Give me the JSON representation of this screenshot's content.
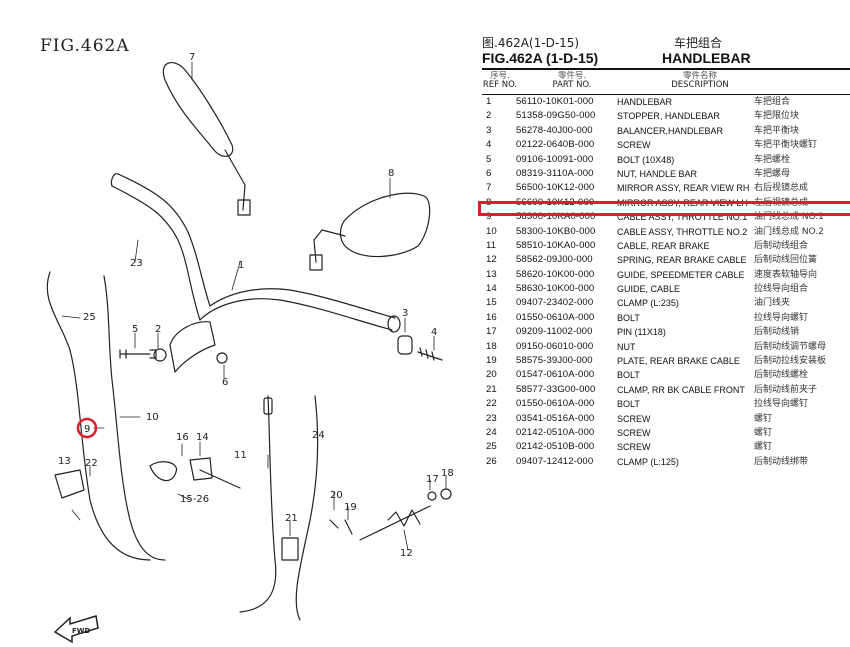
{
  "figure": {
    "label": "FIG.462A",
    "title_zh": "图.462A(1-D-15)",
    "title": "FIG.462A (1-D-15)",
    "group_zh": "车把组合",
    "group": "HANDLEBAR"
  },
  "table_header": {
    "ref_zh": "序号.",
    "ref": "REF NO.",
    "part_zh": "零件号.",
    "part": "PART NO.",
    "desc_zh": "零件名称",
    "desc": "DESCRIPTION"
  },
  "parts": [
    {
      "ref": "1",
      "part_no": "56110-10K01-000",
      "desc": "HANDLEBAR",
      "name_zh": "车把组合"
    },
    {
      "ref": "2",
      "part_no": "51358-09G50-000",
      "desc": "STOPPER, HANDLEBAR",
      "name_zh": "车把限位块"
    },
    {
      "ref": "3",
      "part_no": "56278-40J00-000",
      "desc": "BALANCER,HANDLEBAR",
      "name_zh": "车把平衡块"
    },
    {
      "ref": "4",
      "part_no": "02122-0640B-000",
      "desc": "SCREW",
      "name_zh": "车把平衡块螺钉"
    },
    {
      "ref": "5",
      "part_no": "09106-10091-000",
      "desc": "BOLT (10X48)",
      "name_zh": "车把螺栓"
    },
    {
      "ref": "6",
      "part_no": "08319-3110A-000",
      "desc": "NUT, HANDLE BAR",
      "name_zh": "车把螺母"
    },
    {
      "ref": "7",
      "part_no": "56500-10K12-000",
      "desc": "MIRROR ASSY, REAR VIEW RH",
      "name_zh": "右后视镜总成"
    },
    {
      "ref": "8",
      "part_no": "56600-10K12-000",
      "desc": "MIRROR ASSY, REAR VIEW LH",
      "name_zh": "左后视镜总成"
    },
    {
      "ref": "9",
      "part_no": "58300-10KA0-000",
      "desc": "CABLE ASSY, THROTTLE NO.1",
      "name_zh": "油门线总成 NO.1"
    },
    {
      "ref": "10",
      "part_no": "58300-10KB0-000",
      "desc": "CABLE ASSY, THROTTLE NO.2",
      "name_zh": "油门线总成 NO.2"
    },
    {
      "ref": "11",
      "part_no": "58510-10KA0-000",
      "desc": "CABLE, REAR BRAKE",
      "name_zh": "后制动线组合"
    },
    {
      "ref": "12",
      "part_no": "58562-09J00-000",
      "desc": "SPRING, REAR BRAKE CABLE",
      "name_zh": "后制动线回位簧"
    },
    {
      "ref": "13",
      "part_no": "58620-10K00-000",
      "desc": "GUIDE, SPEEDMETER CABLE",
      "name_zh": "速度表软轴导向"
    },
    {
      "ref": "14",
      "part_no": "58630-10K00-000",
      "desc": "GUIDE, CABLE",
      "name_zh": "拉线导向组合"
    },
    {
      "ref": "15",
      "part_no": "09407-23402-000",
      "desc": "CLAMP (L:235)",
      "name_zh": "油门线夹"
    },
    {
      "ref": "16",
      "part_no": "01550-0610A-000",
      "desc": "BOLT",
      "name_zh": "拉线导向螺钉"
    },
    {
      "ref": "17",
      "part_no": "09209-11002-000",
      "desc": "PIN (11X18)",
      "name_zh": "后制动线销"
    },
    {
      "ref": "18",
      "part_no": "09150-06010-000",
      "desc": "NUT",
      "name_zh": "后制动线调节螺母"
    },
    {
      "ref": "19",
      "part_no": "58575-39J00-000",
      "desc": "PLATE, REAR BRAKE CABLE",
      "name_zh": "后制动拉线安装板"
    },
    {
      "ref": "20",
      "part_no": "01547-0610A-000",
      "desc": "BOLT",
      "name_zh": "后制动线螺栓"
    },
    {
      "ref": "21",
      "part_no": "58577-33G00-000",
      "desc": "CLAMP, RR BK CABLE FRONT",
      "name_zh": "后制动线前夹子"
    },
    {
      "ref": "22",
      "part_no": "01550-0610A-000",
      "desc": "BOLT",
      "name_zh": "拉线导向螺钉"
    },
    {
      "ref": "23",
      "part_no": "03541-0516A-000",
      "desc": "SCREW",
      "name_zh": "螺钉"
    },
    {
      "ref": "24",
      "part_no": "02142-0510A-000",
      "desc": "SCREW",
      "name_zh": "螺钉"
    },
    {
      "ref": "25",
      "part_no": "02142-0510B-000",
      "desc": "SCREW",
      "name_zh": "螺钉"
    },
    {
      "ref": "26",
      "part_no": "09407-12412-000",
      "desc": "CLAMP (L:125)",
      "name_zh": "后制动线绑带"
    }
  ],
  "diagram": {
    "callouts": [
      "1",
      "2",
      "3",
      "4",
      "5",
      "6",
      "7",
      "8",
      "9",
      "10",
      "11",
      "12",
      "13",
      "14",
      "15-26",
      "16",
      "17",
      "18",
      "19",
      "20",
      "21",
      "22",
      "23",
      "24",
      "25"
    ],
    "fwd_label": "FWD",
    "highlight_color": "#d9202a"
  }
}
